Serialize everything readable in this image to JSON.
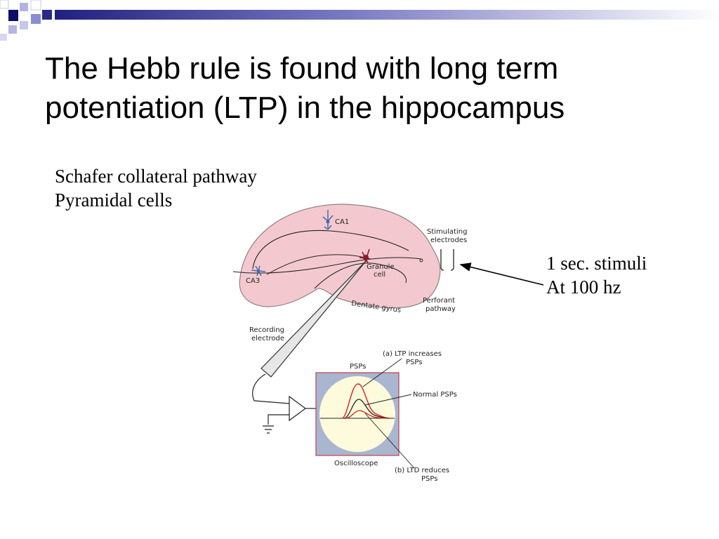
{
  "title": {
    "line1": "The Hebb rule is found with long term",
    "line2": "potentiation (LTP) in the hippocampus"
  },
  "notes_left": [
    "Schafer collateral pathway",
    "Pyramidal cells"
  ],
  "notes_right": [
    "1 sec. stimuli",
    "At 100 hz"
  ],
  "diagram": {
    "ca1": "CA1",
    "ca3": "CA3",
    "stim_line1": "Stimulating",
    "stim_line2": "electrodes",
    "granule_line1": "Granule",
    "granule_line2": "cell",
    "perforant_line1": "Perforant",
    "perforant_line2": "pathway",
    "dentate": "Dentate gyrus",
    "recording_line1": "Recording",
    "recording_line2": "electrode",
    "psps": "PSPs",
    "ltp_line1": "(a)  LTP increases",
    "ltp_line2": "PSPs",
    "normal": "Normal PSPs",
    "ltd_line1": "(b)  LTD  reduces",
    "ltd_line2": "PSPs",
    "oscilloscope": "Oscilloscope"
  },
  "colors": {
    "accent_navy": "#1a1a7a",
    "accent_lavender": "#9b9bd8",
    "hippocampus_fill": "#f3c9cf",
    "oscilloscope_frame": "#a9b6cf",
    "oscilloscope_screen": "#fdfbdc",
    "ltp_trace": "#d62020"
  }
}
